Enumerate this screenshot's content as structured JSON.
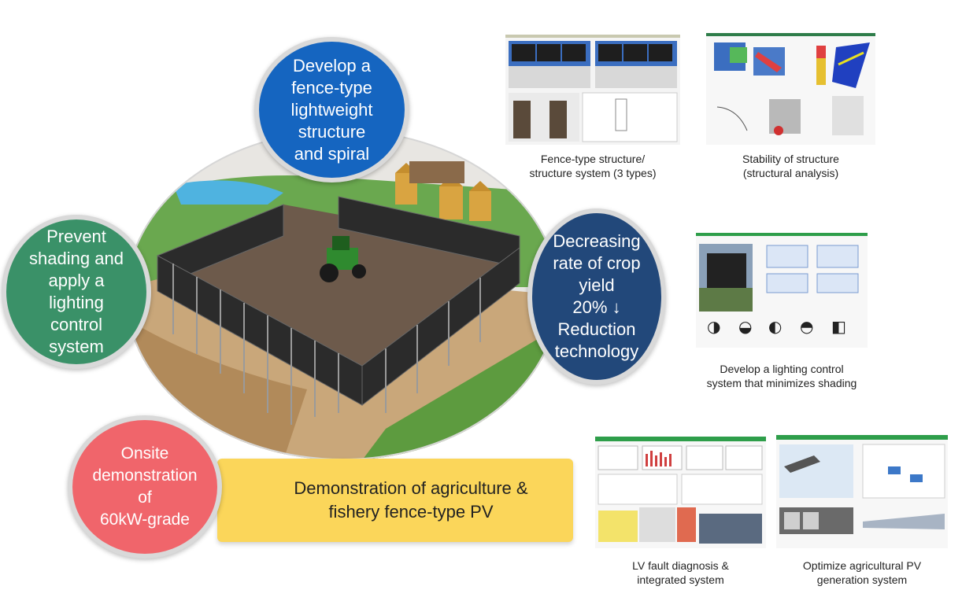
{
  "center_circles": {
    "structure": "Develop a\nfence-type\nlightweight\nstructure\nand spiral",
    "shading": "Prevent\nshading and\napply a\nlighting\ncontrol\nsystem",
    "yield": "Decreasing\nrate of crop\nyield\n20% ↓\nReduction\ntechnology",
    "onsite": "Onsite\ndemonstration\nof\n60kW-grade"
  },
  "banner": {
    "text": "Demonstration of agriculture &\nfishery fence-type PV"
  },
  "panels": {
    "fence_structure": "Fence-type structure/\nstructure system (3 types)",
    "stability": "Stability of structure\n(structural analysis)",
    "lighting": "Develop a lighting control\nsystem that minimizes shading",
    "fault": "LV fault diagnosis &\nintegrated system",
    "optimize": "Optimize agricultural PV\ngeneration system"
  },
  "colors": {
    "structure_circle": "#1565c0",
    "shading_circle": "#3a9168",
    "yield_circle": "#22487a",
    "onsite_circle": "#f0656b",
    "banner": "#fbd65a",
    "panel_accent": "#2e9e4a"
  }
}
